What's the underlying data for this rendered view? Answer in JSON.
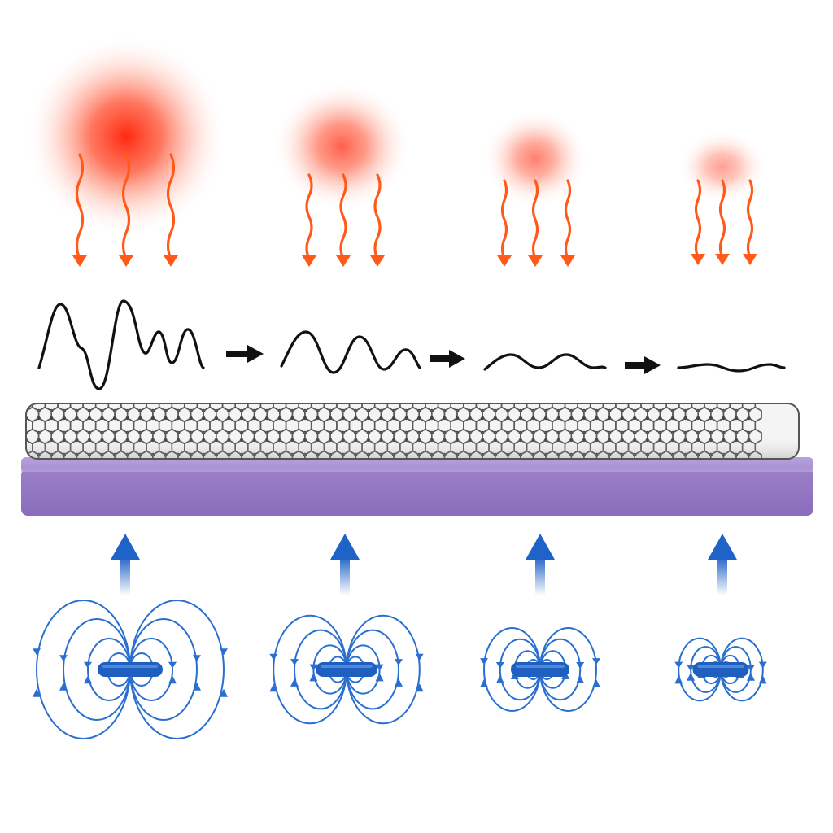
{
  "diagram": {
    "stages": [
      {
        "id": "stage-1",
        "thermal_glow_intensity": 1.0,
        "signal": "strong-multi-peak",
        "magnetic_dipole_strength": 1.0
      },
      {
        "id": "stage-2",
        "thermal_glow_intensity": 0.7,
        "signal": "moderate-oscillation",
        "magnetic_dipole_strength": 0.78
      },
      {
        "id": "stage-3",
        "thermal_glow_intensity": 0.45,
        "signal": "weak-oscillation",
        "magnetic_dipole_strength": 0.6
      },
      {
        "id": "stage-4",
        "thermal_glow_intensity": 0.25,
        "signal": "nearly-flat",
        "magnetic_dipole_strength": 0.45
      }
    ],
    "elements": {
      "heat_source_icon": "red-radial-glow",
      "emission_arrow_icon": "wavy-down-arrow",
      "progression_arrow_icon": "right-arrow",
      "nanotube": "carbon-nanotube-honeycomb",
      "substrate": "purple-substrate-slab",
      "dipole_icon": "magnetic-dipole-field-lines",
      "field_arrow_icon": "up-arrow"
    },
    "colors": {
      "glow": "#ff3b1f",
      "emission_arrow": "#ff5a1a",
      "signal": "#111111",
      "nanotube_stroke": "#555555",
      "nanotube_atom": "#444444",
      "substrate_top": "#a48ad0",
      "substrate_front": "#9474c2",
      "dipole": "#1f63c8",
      "field_line": "#2a6fd0"
    }
  }
}
